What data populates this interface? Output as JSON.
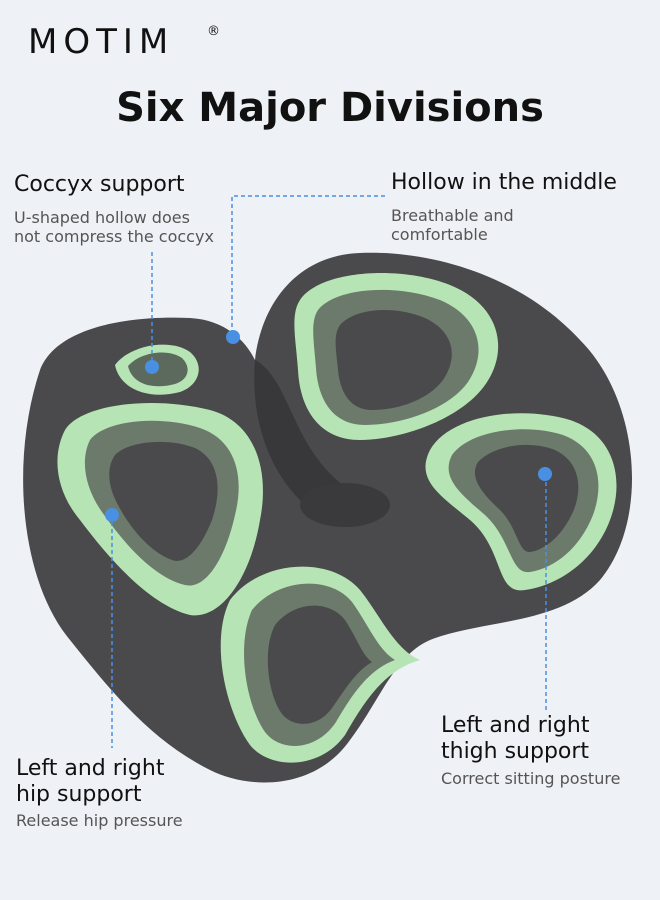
{
  "brand": {
    "name": "MOTIM",
    "registered": "®"
  },
  "headline": "Six Major Divisions",
  "callouts": {
    "coccyx": {
      "title": "Coccyx support",
      "desc_line1": "U-shaped hollow does",
      "desc_line2": "not compress the coccyx"
    },
    "hollow": {
      "title": "Hollow in the middle",
      "desc_line1": "Breathable and",
      "desc_line2": "comfortable"
    },
    "thigh": {
      "title_line1": "Left and right",
      "title_line2": "thigh support",
      "desc": "Correct sitting posture"
    },
    "hip": {
      "title_line1": "Left and right",
      "title_line2": "hip support",
      "desc": "Release hip pressure"
    }
  },
  "colors": {
    "cushion": "#4a4a4d",
    "zone": "#b7e4b5",
    "marker": "#4a90e2",
    "background": "#eef1f5"
  }
}
